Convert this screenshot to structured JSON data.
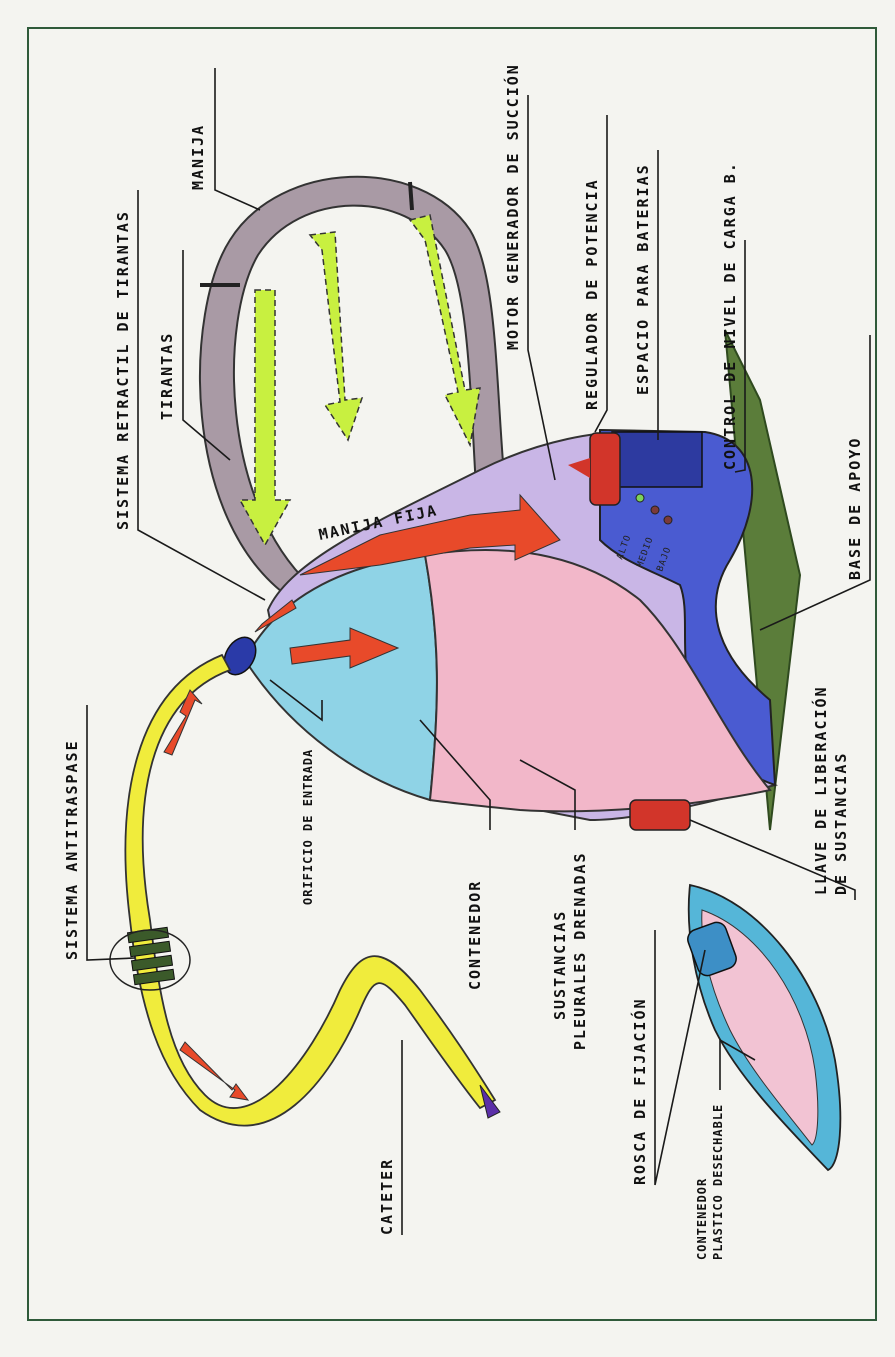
{
  "labels": {
    "manija": "MANIJA",
    "sistema_retractil": "SISTEMA RETRACTIL DE TIRANTAS",
    "tirantas": "TIRANTAS",
    "manija_fija": "MANIJA FIJA",
    "motor": "MOTOR GENERADOR DE SUCCIÓN",
    "regulador": "REGULADOR DE POTENCIA",
    "espacio_baterias": "ESPACIO PARA BATERIAS",
    "control_nivel": "CONTROL DE NIVEL DE CARGA B.",
    "base_apoyo": "BASE DE APOYO",
    "llave_line1": "LLAVE DE LIBERACIÓN",
    "llave_line2": "DE SUSTANCIAS",
    "sustancias_line1": "SUSTANCIAS",
    "sustancias_line2": "PLEURALES DRENADAS",
    "contenedor": "CONTENEDOR",
    "orificio": "ORIFICIO DE ENTRADA",
    "sistema_antitraspase": "SISTEMA ANTITRASPASE",
    "cateter": "CATETER",
    "rosca": "ROSCA DE FIJACIÓN",
    "plastico_line1": "CONTENEDOR",
    "plastico_line2": "PLASTICO DESECHABLE"
  },
  "indicator_levels": [
    "ALTO",
    "MEDIO",
    "BAJO"
  ],
  "colors": {
    "paper": "#f4f4f0",
    "frame": "#2f5a3a",
    "container_blue": "#8fd3e6",
    "container_pink": "#f2b7c9",
    "body_lavender": "#c9b6e6",
    "control_blue": "#4a5bd1",
    "strap_grey": "#a99aa5",
    "tube_yellow": "#f0ec3c",
    "arrow_red": "#e84a2a",
    "arrow_green": "#c8f040",
    "base_green": "#5b7d3a",
    "knob_red": "#d2352a",
    "cap_navy": "#2a3aa8"
  }
}
